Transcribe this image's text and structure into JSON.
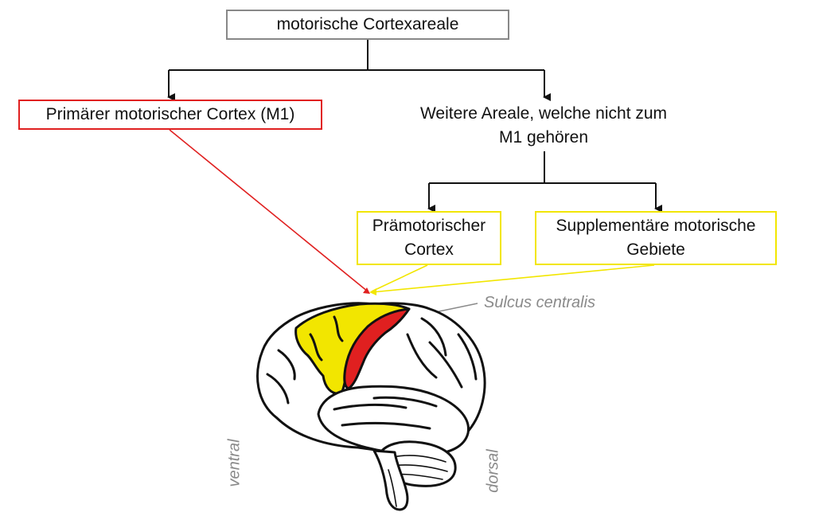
{
  "root": "motorische Cortexareale",
  "m1": "Primärer motorischer Cortex (M1)",
  "other": "Weitere Areale, welche nicht zum M1 gehören",
  "pm": "Prämotorischer Cortex",
  "sma": "Supplementäre motorische Gebiete",
  "sulcus": "Sulcus centralis",
  "ventral": "ventral",
  "dorsal": "dorsal",
  "colors": {
    "m1": "#e02020",
    "premotor": "#f2e600",
    "connector": "#111111",
    "annotation": "#8a8a8a"
  }
}
